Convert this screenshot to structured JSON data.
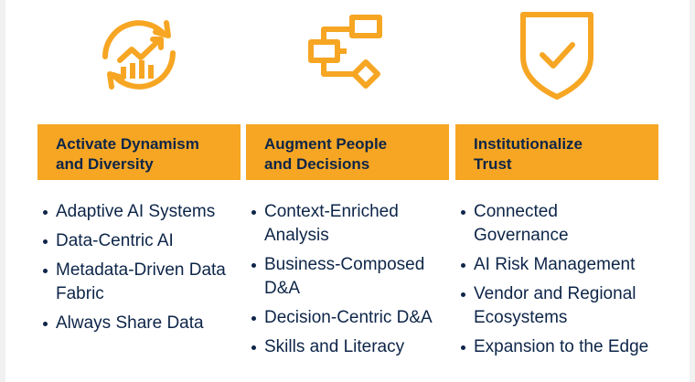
{
  "colors": {
    "accent": "#f6a623",
    "text": "#0d2548",
    "background": "#ffffff"
  },
  "columns": [
    {
      "icon": "cycle-growth-chart-icon",
      "title": "Activate Dynamism\nand Diversity",
      "items": [
        "Adaptive AI Systems",
        "Data-Centric AI",
        "Metadata-Driven Data Fabric",
        "Always Share Data"
      ]
    },
    {
      "icon": "flowchart-icon",
      "title": "Augment People\nand Decisions",
      "items": [
        "Context-Enriched Analysis",
        "Business-Composed D&A",
        "Decision-Centric D&A",
        "Skills and Literacy"
      ]
    },
    {
      "icon": "shield-check-icon",
      "title": "Institutionalize\nTrust",
      "items": [
        "Connected Governance",
        "AI Risk Management",
        "Vendor and Regional Ecosystems",
        "Expansion to the Edge"
      ]
    }
  ]
}
